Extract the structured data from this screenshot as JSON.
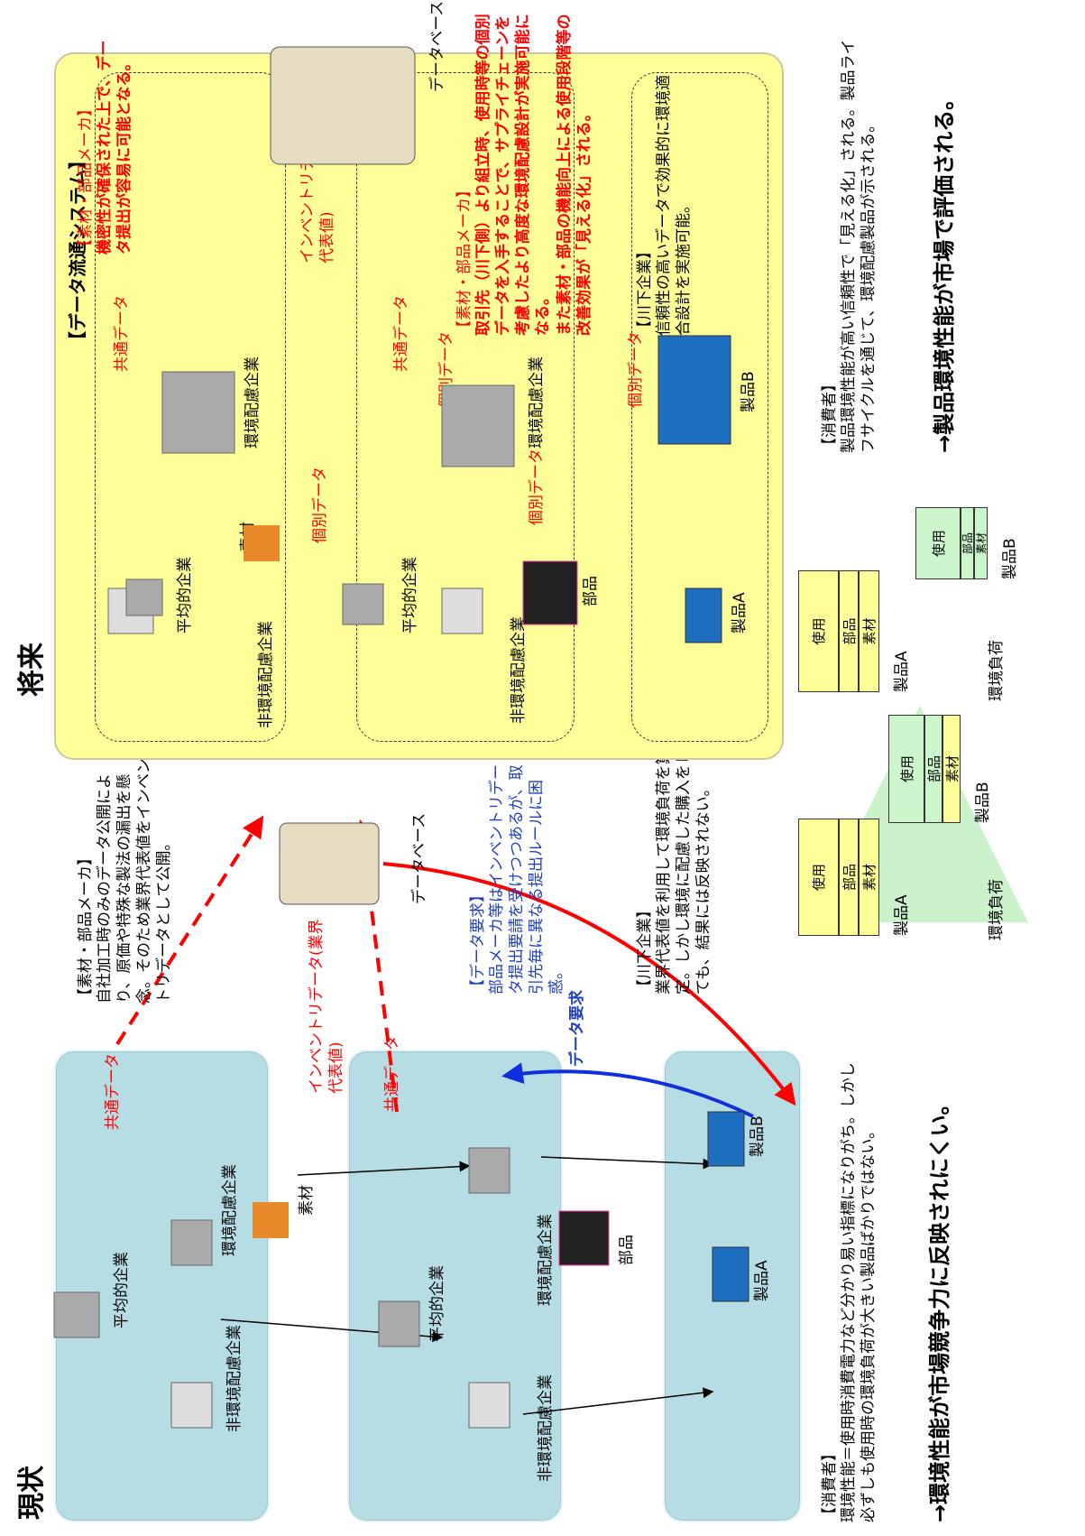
{
  "current": {
    "heading": "現状",
    "company_average": "平均的企業",
    "company_env": "環境配慮企業",
    "company_nonenv": "非環境配慮企業",
    "material": "素材",
    "part": "部品",
    "product_a": "製品A",
    "product_b": "製品B",
    "common_data": "共通データ",
    "database": "データベース",
    "inventory_label": "インベントリデータ(業界代表値)",
    "data_request_arrow": "データ要求",
    "maker_heading": "【素材・部品メーカ】",
    "maker_text": "自社加工時のみのデータ公開により、原価や特殊な製法の漏出を懸念。そのため業界代表値をインベントリデータとして公開。",
    "request_heading": "【データ要求】",
    "request_text": "部品メーカ等はインベントリデータ提出要請を受けつつあるが、取引先毎に異なる提出ルールに困惑。",
    "downstream_heading": "【川下企業】",
    "downstream_text": "業界代表値を利用して環境負荷を算定。しかし環境に配慮した購入をしても、結果には反映されない。",
    "consumer_heading": "【消費者】",
    "consumer_text": "環境性能＝使用時消費電力など分かり易い指標になりがち。しかし必ずしも使用時の環境負荷が大きい製品ばかりではない。",
    "conclusion": "→環境性能が市場競争力に反映されにくい。"
  },
  "future": {
    "heading": "将来",
    "system_title": "【データ流通システム】",
    "company_average": "平均的企業",
    "company_env": "環境配慮企業",
    "company_nonenv": "非環境配慮企業",
    "material": "素材",
    "part": "部品",
    "product_a": "製品A",
    "product_b": "製品B",
    "common_data": "共通データ",
    "individual_data": "個別データ",
    "database": "データベース",
    "inventory_label": "インベントリデータ(業界代表値)",
    "maker_heading1": "【素材・部品メーカ】",
    "maker_text1": "機密性が確保された上で、データ提出が容易に可能となる。",
    "maker_heading2": "【素材・部品メーカ】",
    "maker_text2a": "取引先（川下側）より組立時、使用時等の個別データを入手することで、サプライチェーンを考慮したより高度な環境配慮設計が実施可能になる。",
    "maker_text2b": "また素材・部品の機能向上による使用段階等の改善効果が「見える化」される。",
    "downstream_heading": "【川下企業】",
    "downstream_text": "信頼性の高いデータで効果的に環境適合設計を実施可能。",
    "consumer_heading": "【消費者】",
    "consumer_text": "製品環境性能が高い信頼性で「見える化」される。製品ライフサイクルを通じて、環境配慮製品が示される。",
    "conclusion": "→製品環境性能が市場で評価される。"
  },
  "charts": {
    "axis_label": "環境負荷",
    "segment_use": "使用",
    "segment_part": "部品",
    "segment_material": "素材",
    "current_bars": [
      {
        "label": "製品A",
        "use": 2,
        "part": 1,
        "material": 1
      },
      {
        "label": "製品B",
        "use": 2,
        "part": 1,
        "material": 1
      }
    ],
    "future_bars": [
      {
        "label": "製品A",
        "use": 2,
        "part": 1,
        "material": 1
      },
      {
        "label": "製品B",
        "use": 1.25,
        "part": 0.4,
        "material": 0.35
      }
    ]
  },
  "colors": {
    "teal": "#b7dde4",
    "yellow": "#ffff99",
    "red_arrow": "#ff0000",
    "blue_arrow": "#1030e0",
    "green_arrow": "#ccf2cc",
    "bar_future_b": "#ccf5cc"
  }
}
